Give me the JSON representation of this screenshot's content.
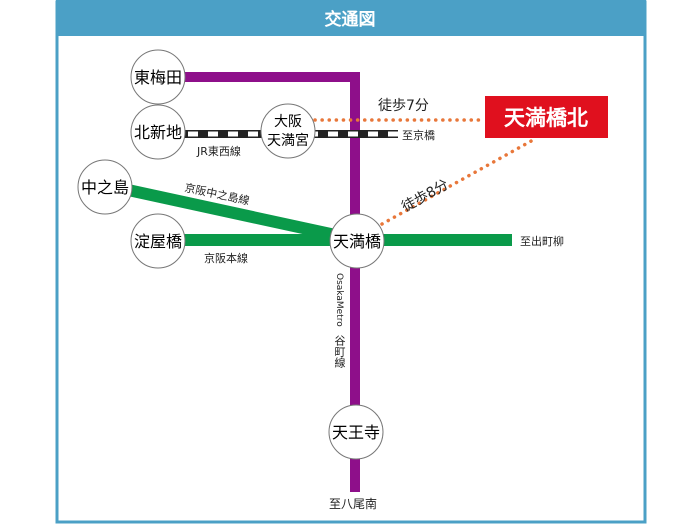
{
  "header": {
    "title": "交通図"
  },
  "colors": {
    "header": "#4ba0c6",
    "purple": "#8e0f8a",
    "green": "#0a9a4a",
    "orange": "#e8773a",
    "red": "#e0101e"
  },
  "stations": {
    "higashi_umeda": "東梅田",
    "kitashinchi": "北新地",
    "osaka_tenmangu_1": "大阪",
    "osaka_tenmangu_2": "天満宮",
    "nakanoshima": "中之島",
    "yodoyabashi": "淀屋橋",
    "tenmabashi": "天満橋",
    "tennoji": "天王寺"
  },
  "destination": "天満橋北",
  "walks": {
    "from_tenmangu": "徒歩7分",
    "from_tenmabashi": "徒歩8分"
  },
  "lines": {
    "jr_tozai": "JR東西線",
    "keihan_nakanoshima": "京阪中之島線",
    "keihan_main": "京阪本線",
    "tanimachi_latin": "OsakaMetro",
    "tanimachi_kanji": "谷町線"
  },
  "directions": {
    "kyobashi": "至京橋",
    "demachiyanagi": "至出町柳",
    "yaominami": "至八尾南"
  }
}
